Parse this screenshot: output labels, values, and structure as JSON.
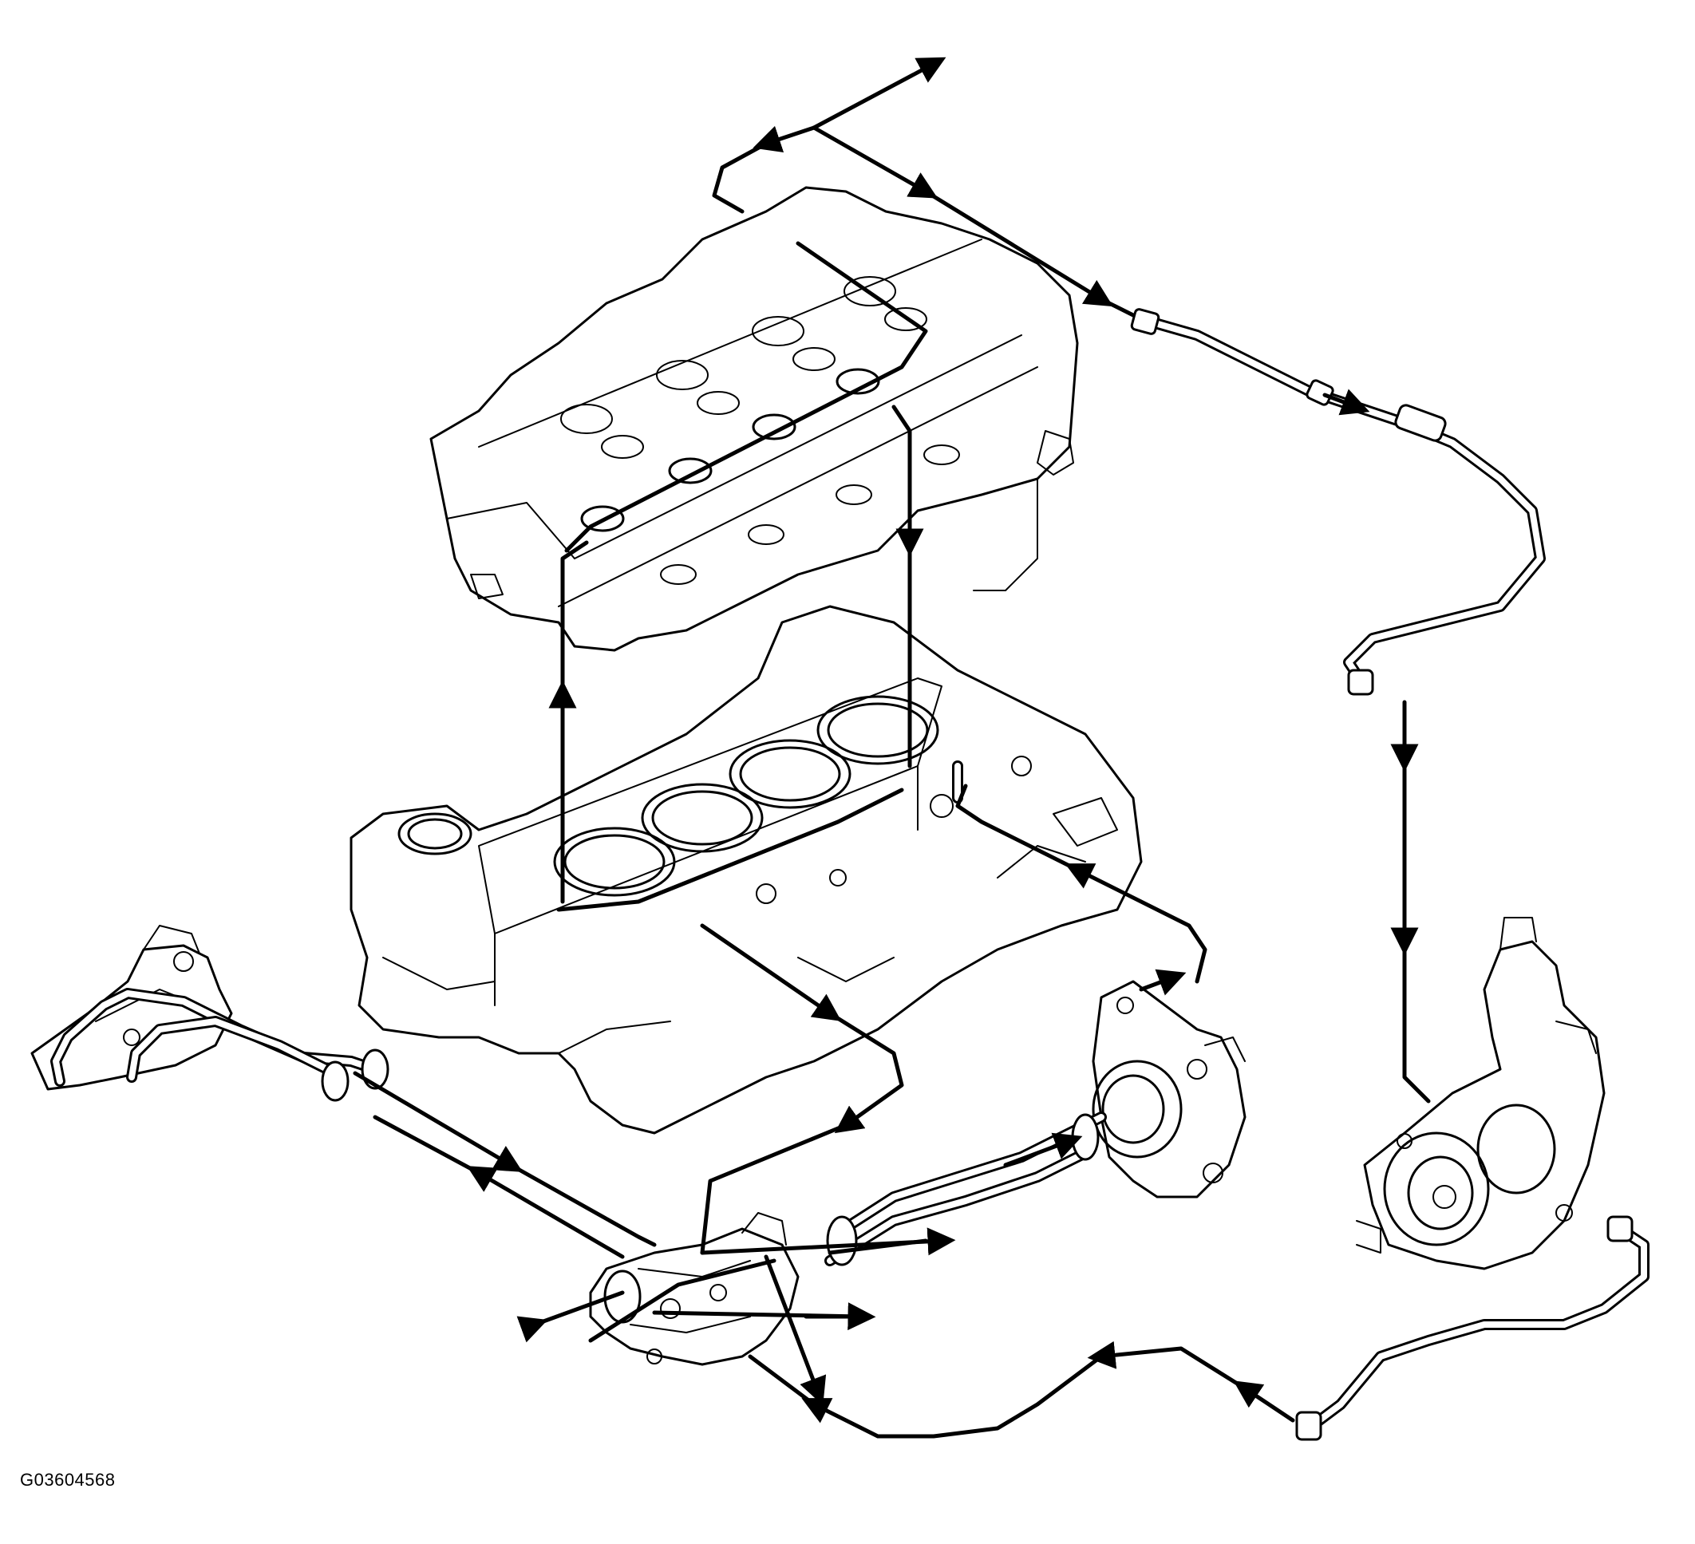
{
  "figure": {
    "code": "G03604568"
  },
  "components": [
    {
      "id": "cylinder-head",
      "icon": "cylinder-head-icon"
    },
    {
      "id": "cylinder-block",
      "icon": "engine-block-icon"
    },
    {
      "id": "water-pump",
      "icon": "water-pump-icon"
    },
    {
      "id": "thermostat-housing",
      "icon": "thermostat-housing-icon"
    },
    {
      "id": "turbocharger",
      "icon": "turbocharger-icon"
    },
    {
      "id": "oil-cooler",
      "icon": "oil-cooler-icon"
    }
  ],
  "flow": {
    "line_color": "#000000",
    "background": "#ffffff"
  }
}
